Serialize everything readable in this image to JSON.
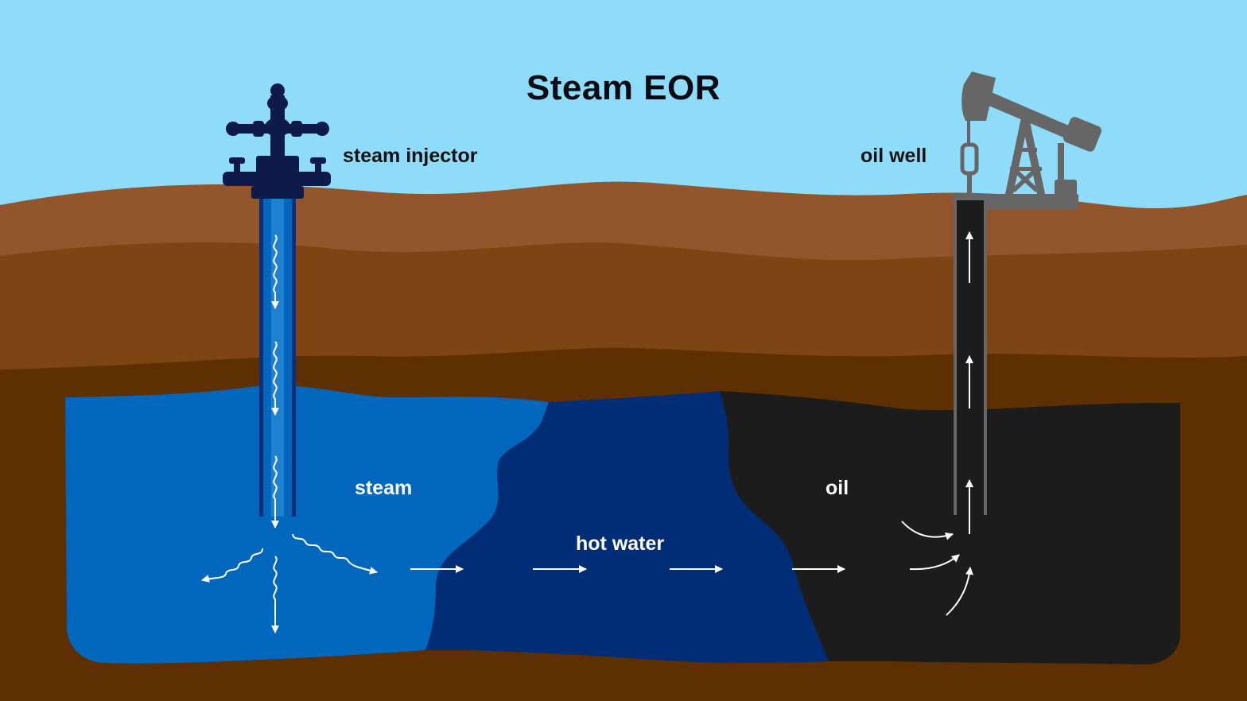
{
  "diagram": {
    "title": "Steam EOR",
    "labels": {
      "steam_injector": "steam injector",
      "oil_well": "oil well",
      "steam": "steam",
      "hot_water": "hot water",
      "oil": "oil"
    }
  },
  "colors": {
    "sky": "#8fdcfa",
    "soil_top": "#93552c",
    "soil_middle": "#7e4414",
    "soil_deep": "#5e2f00",
    "steam_zone": "#0067bd",
    "hot_water_zone": "#002d76",
    "oil_zone": "#1c1c1c",
    "injector": "#0e1a4a",
    "pumpjack": "#666666",
    "arrows": "#ffffff"
  },
  "icons": [
    "wellhead-icon",
    "pumpjack-icon"
  ]
}
